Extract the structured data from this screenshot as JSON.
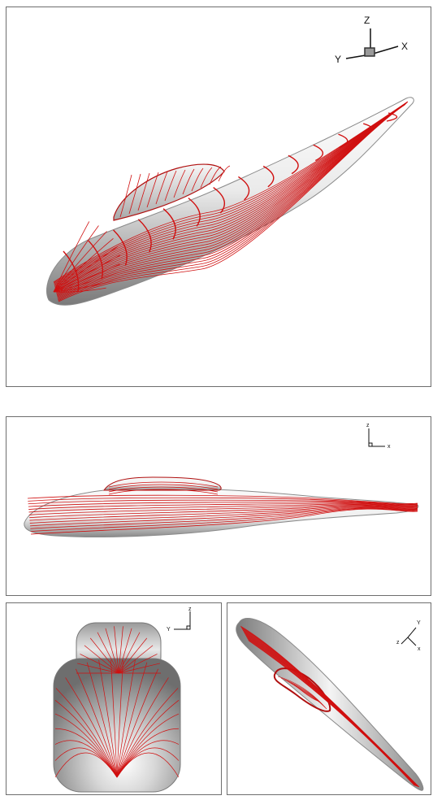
{
  "views": {
    "iso": {
      "axes": {
        "z": "Z",
        "y": "Y",
        "x": "X"
      }
    },
    "side": {
      "axes": {
        "z": "z",
        "x": "x"
      }
    },
    "front": {
      "axes": {
        "z": "z",
        "y": "Y"
      }
    },
    "top": {
      "axes": {
        "y": "Y",
        "z": "z",
        "x": "x"
      }
    }
  },
  "colors": {
    "streamline": "#d01010",
    "surface_light": "#f4f4f4",
    "surface_dark": "#7c7c7c",
    "border": "#6e6e6e"
  }
}
